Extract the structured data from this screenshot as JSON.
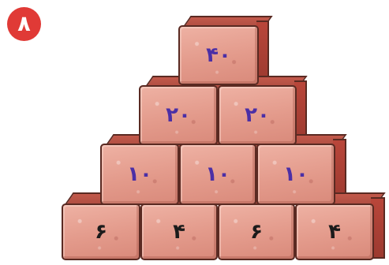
{
  "problem_number": "۸",
  "pyramid": {
    "row1": [
      "۴۰"
    ],
    "row2": [
      "۲۰",
      "۲۰"
    ],
    "row3": [
      "۱۰",
      "۱۰",
      "۱۰"
    ],
    "row4": [
      "۶",
      "۴",
      "۶",
      "۴"
    ]
  },
  "colors": {
    "badge": "#e03a36",
    "brick_face": "#e39a8b",
    "brick_side": "#a93f35",
    "number_blue": "#4b2fa6",
    "number_black": "#1b1b1b"
  }
}
